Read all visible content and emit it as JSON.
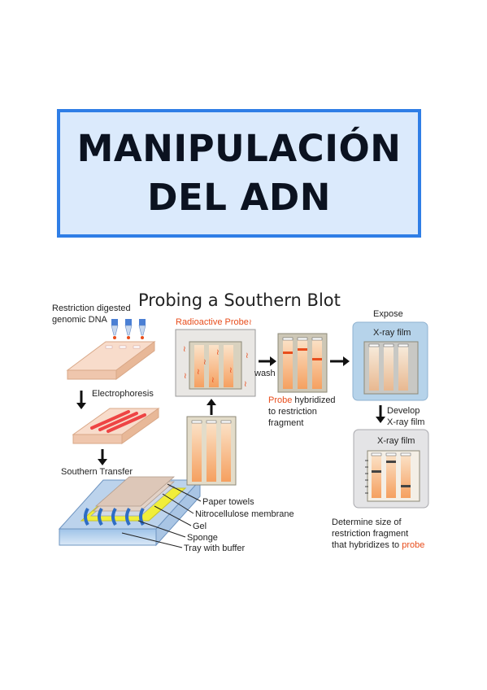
{
  "title": {
    "line1": "MANIPULACIÓN",
    "line2": "DEL ADN"
  },
  "diagram": {
    "heading": "Probing a Southern Blot",
    "restriction_line1": "Restriction digested",
    "restriction_line2": "genomic DNA",
    "electrophoresis": "Electrophoresis",
    "southern_transfer": "Southern Transfer",
    "paper_towels": "Paper towels",
    "nitrocellulose": "Nitrocellulose membrane",
    "gel": "Gel",
    "sponge": "Sponge",
    "tray": "Tray with buffer",
    "radioactive_probe": "Radioactive Probe",
    "wash": "wash",
    "probe_word": "Probe",
    "hybridized_rest": " hybridized",
    "to_restriction": "to restriction",
    "fragment": "fragment",
    "expose": "Expose",
    "xray_film_1": "X-ray film",
    "develop": "Develop",
    "develop_film": "X-ray film",
    "xray_film_2": "X-ray film",
    "determine_1": "Determine size of",
    "determine_2": "restriction fragment",
    "determine_3": "that hybridizes to ",
    "determine_probe": "probe",
    "colors": {
      "accent_red": "#e84d1c",
      "box_blue": "#2f7ee6",
      "box_fill": "#dbeafc"
    }
  }
}
